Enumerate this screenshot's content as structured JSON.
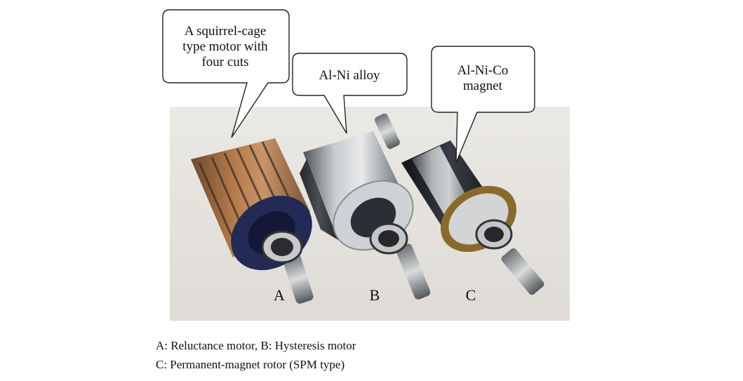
{
  "callouts": {
    "a": [
      "A squirrel-cage",
      "type motor with",
      "four cuts"
    ],
    "b": [
      "Al-Ni alloy"
    ],
    "c": [
      "Al-Ni-Co",
      "magnet"
    ]
  },
  "rotor_labels": {
    "a": "A",
    "b": "B",
    "c": "C"
  },
  "caption": {
    "line1": "A: Reluctance motor,  B: Hysteresis motor",
    "line2": "C: Permanent-magnet rotor (SPM type)"
  },
  "colors": {
    "background": "#ffffff",
    "photo_backdrop": "#e8e6e1",
    "copper": "#b0703a",
    "steel": "#9fa4a8",
    "dark_core": "#1d1f26",
    "brass_ring": "#8a6a2c",
    "blue_end_ring": "#222a55"
  }
}
